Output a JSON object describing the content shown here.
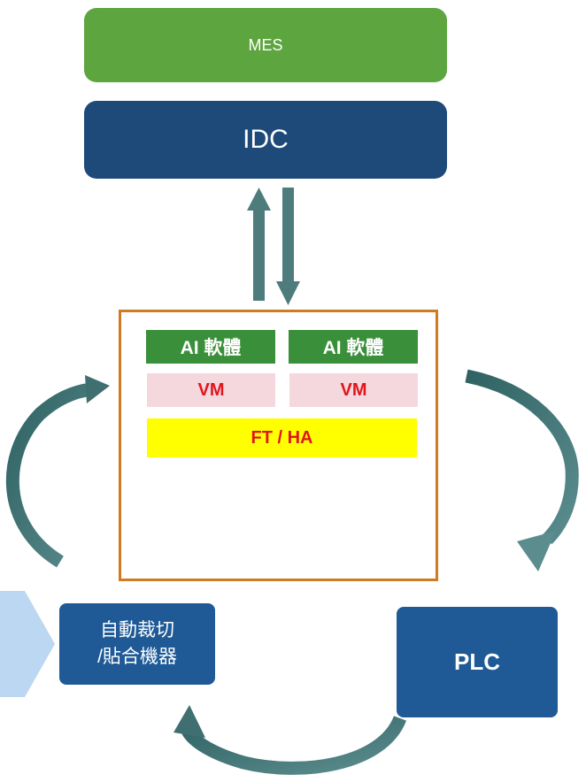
{
  "nodes": {
    "mes": "MES",
    "idc": "IDC",
    "ai_left": "AI 軟體",
    "ai_right": "AI 軟體",
    "vm_left": "VM",
    "vm_right": "VM",
    "ft_ha": "FT / HA",
    "machine_line1": "自動裁切",
    "machine_line2": "/貼合機器",
    "plc": "PLC"
  },
  "colors": {
    "mes": "#5da53f",
    "idc": "#1e4a7a",
    "frame": "#d07a24",
    "ai": "#3a8f3a",
    "vm_bg": "#f4d8dd",
    "vm_text": "#e0161e",
    "ft_ha_bg": "#ffff00",
    "node_blue": "#1f5a97",
    "arrow": "#4e7c7d",
    "callout": "#bcd7f1"
  }
}
